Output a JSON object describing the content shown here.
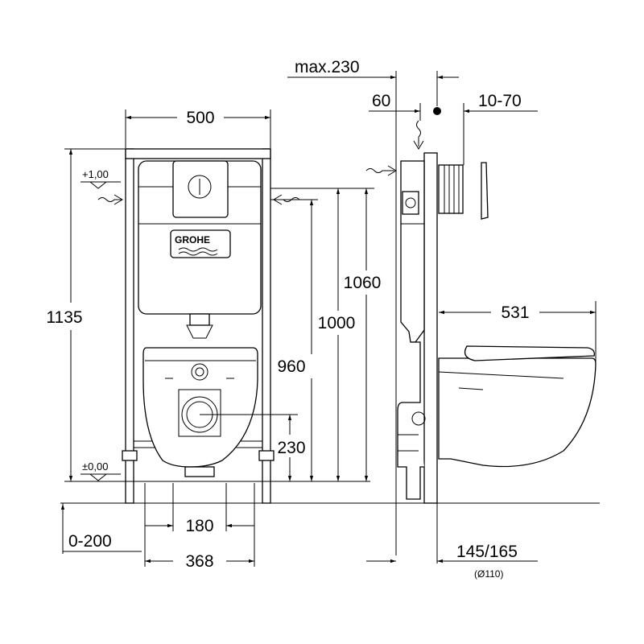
{
  "brand": "GROHE",
  "front_view": {
    "frame_width": "500",
    "overall_height": "1135",
    "level_top": "+1,00",
    "level_floor": "±0,00",
    "height_1060": "1060",
    "height_1000": "1000",
    "height_960": "960",
    "height_230": "230",
    "bolt_spacing": "180",
    "foot_width": "368",
    "foot_adjust": "0-200"
  },
  "side_view": {
    "max_depth": "max.230",
    "depth_60": "60",
    "wall_adjust": "10-70",
    "bowl_projection": "531",
    "outlet": "145/165",
    "pipe_diameter": "(Ø110)"
  }
}
